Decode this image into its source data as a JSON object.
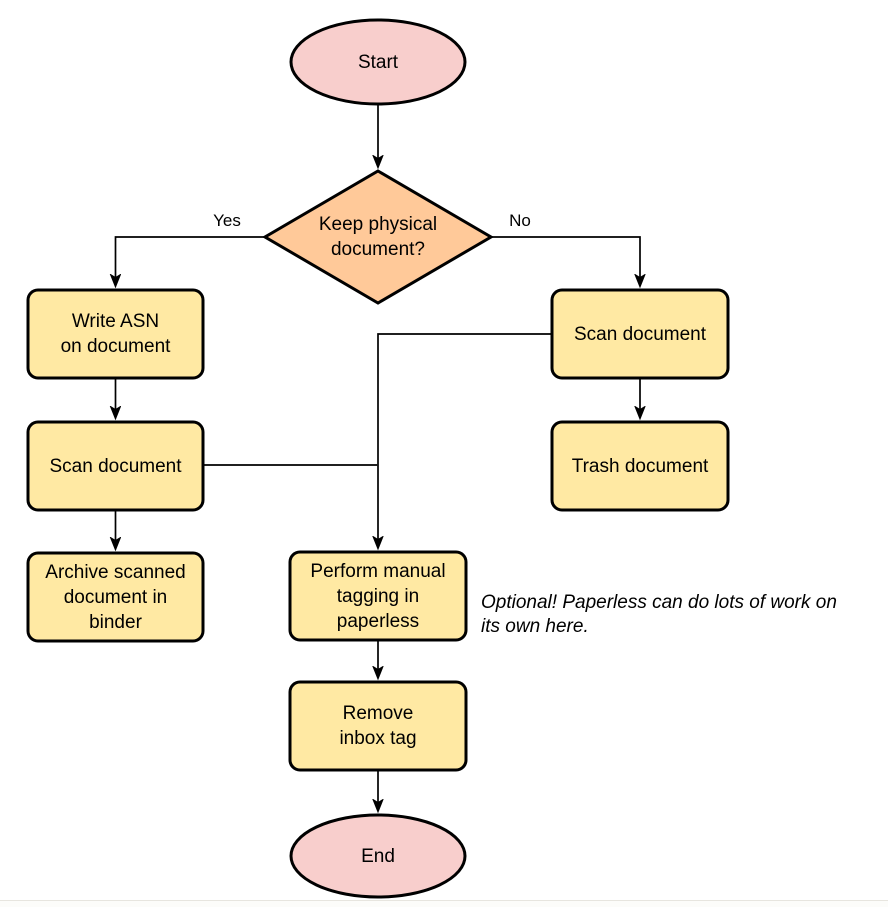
{
  "diagram": {
    "nodes": {
      "start": {
        "type": "terminator",
        "label": "Start"
      },
      "decision": {
        "type": "decision",
        "label": "Keep physical\ndocument?"
      },
      "write_asn": {
        "type": "process",
        "label": "Write ASN\non document"
      },
      "scan_left": {
        "type": "process",
        "label": "Scan document"
      },
      "archive": {
        "type": "process",
        "label": "Archive scanned\ndocument in\nbinder"
      },
      "scan_right": {
        "type": "process",
        "label": "Scan document"
      },
      "trash": {
        "type": "process",
        "label": "Trash document"
      },
      "tagging": {
        "type": "process",
        "label": "Perform manual\ntagging in\npaperless"
      },
      "remove_inbox": {
        "type": "process",
        "label": "Remove\ninbox tag"
      },
      "end": {
        "type": "terminator",
        "label": "End"
      }
    },
    "edges": [
      {
        "from": "start",
        "to": "decision",
        "label": ""
      },
      {
        "from": "decision",
        "to": "write_asn",
        "label": "Yes"
      },
      {
        "from": "decision",
        "to": "scan_right",
        "label": "No"
      },
      {
        "from": "write_asn",
        "to": "scan_left",
        "label": ""
      },
      {
        "from": "scan_left",
        "to": "archive",
        "label": ""
      },
      {
        "from": "scan_right",
        "to": "trash",
        "label": ""
      },
      {
        "from": "scan_right",
        "to": "tagging",
        "label": ""
      },
      {
        "from": "scan_left",
        "to": "tagging",
        "label": ""
      },
      {
        "from": "tagging",
        "to": "remove_inbox",
        "label": ""
      },
      {
        "from": "remove_inbox",
        "to": "end",
        "label": ""
      }
    ],
    "note": "Optional! Paperless can do lots of work on\nits own here.",
    "colors": {
      "terminator_fill": "#f8cecc",
      "decision_fill": "#ffc999",
      "process_fill": "#ffe9a3",
      "stroke": "#000000",
      "text": "#000000"
    }
  }
}
